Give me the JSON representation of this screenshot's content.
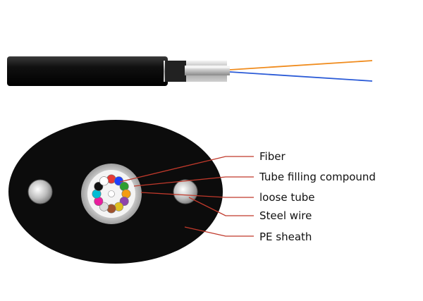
{
  "labels": {
    "fiber": "Fiber",
    "tube_filling_compound": "Tube filling compound",
    "loose_tube": "loose tube",
    "steel_wire": "Steel wire",
    "pe_sheath": "PE sheath"
  },
  "fiber_colors": [
    "#e53935",
    "#1e40ff",
    "#2e9e2e",
    "#f39c12",
    "#8e44ad",
    "#e0c020",
    "#a0522d",
    "#dddddd",
    "#e91e9e",
    "#00bcd4",
    "#111111",
    "#ffffff"
  ],
  "colors": {
    "sheath": "#0c0c0c",
    "leader_line": "#c0392b",
    "fiber_orange": "#f08c1e",
    "fiber_blue": "#2b5bd7",
    "loose_tube_ring": "#bdbdbd"
  }
}
